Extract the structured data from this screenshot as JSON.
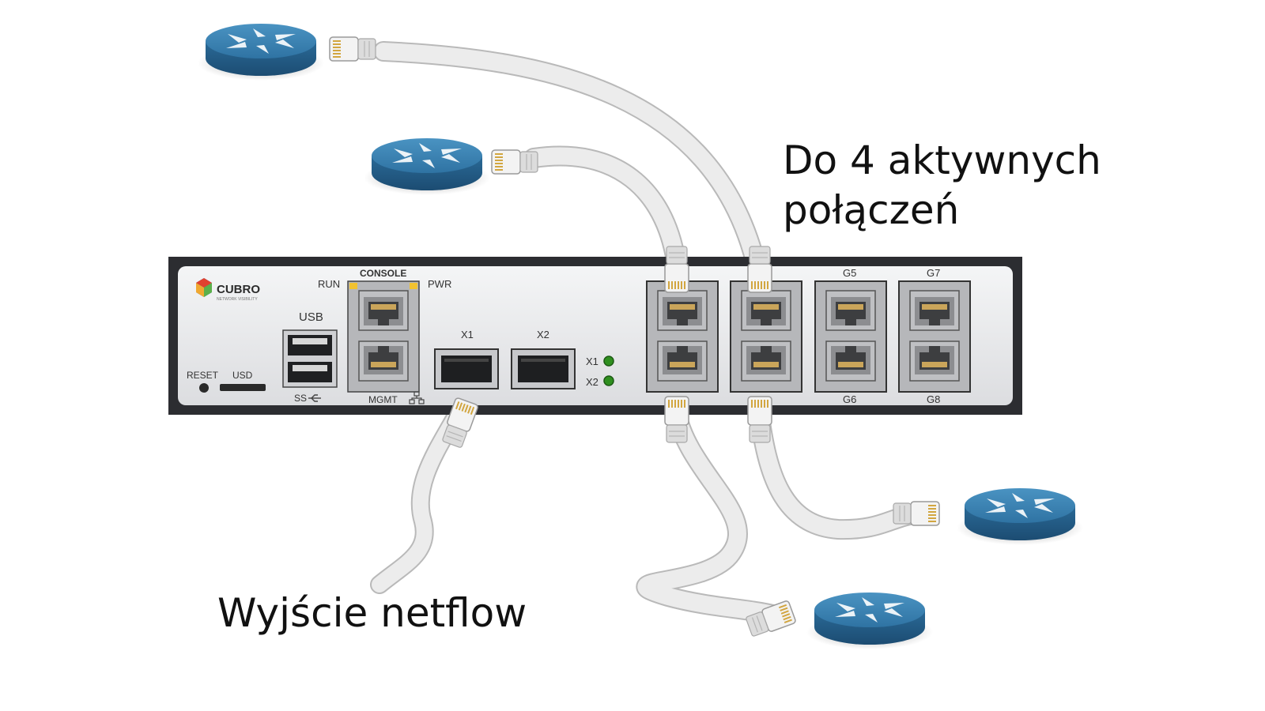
{
  "captions": {
    "connections_line1": "Do 4 aktywnych",
    "connections_line2": "połączeń",
    "netflow_output": "Wyjście netflow"
  },
  "device": {
    "brand": "CUBRO",
    "brand_tagline": "NETWORK VISIBILITY",
    "labels": {
      "run": "RUN",
      "console": "CONSOLE",
      "pwr": "PWR",
      "usb": "USB",
      "ss": "SS",
      "reset": "RESET",
      "usd": "USD",
      "mgmt": "MGMT",
      "x1": "X1",
      "x2": "X2",
      "led_x1": "X1",
      "led_x2": "X2",
      "g5": "G5",
      "g6": "G6",
      "g7": "G7",
      "g8": "G8"
    }
  },
  "icons": {
    "router": "router-icon",
    "cable": "ethernet-cable-icon",
    "led": "status-led-icon"
  },
  "colors": {
    "router_top": "#3f86b5",
    "router_side": "#245d87",
    "chassis": "#2c2d31",
    "faceplate": "#ecedef",
    "cable": "#e6e6e6",
    "led": "#2f8f1f"
  }
}
